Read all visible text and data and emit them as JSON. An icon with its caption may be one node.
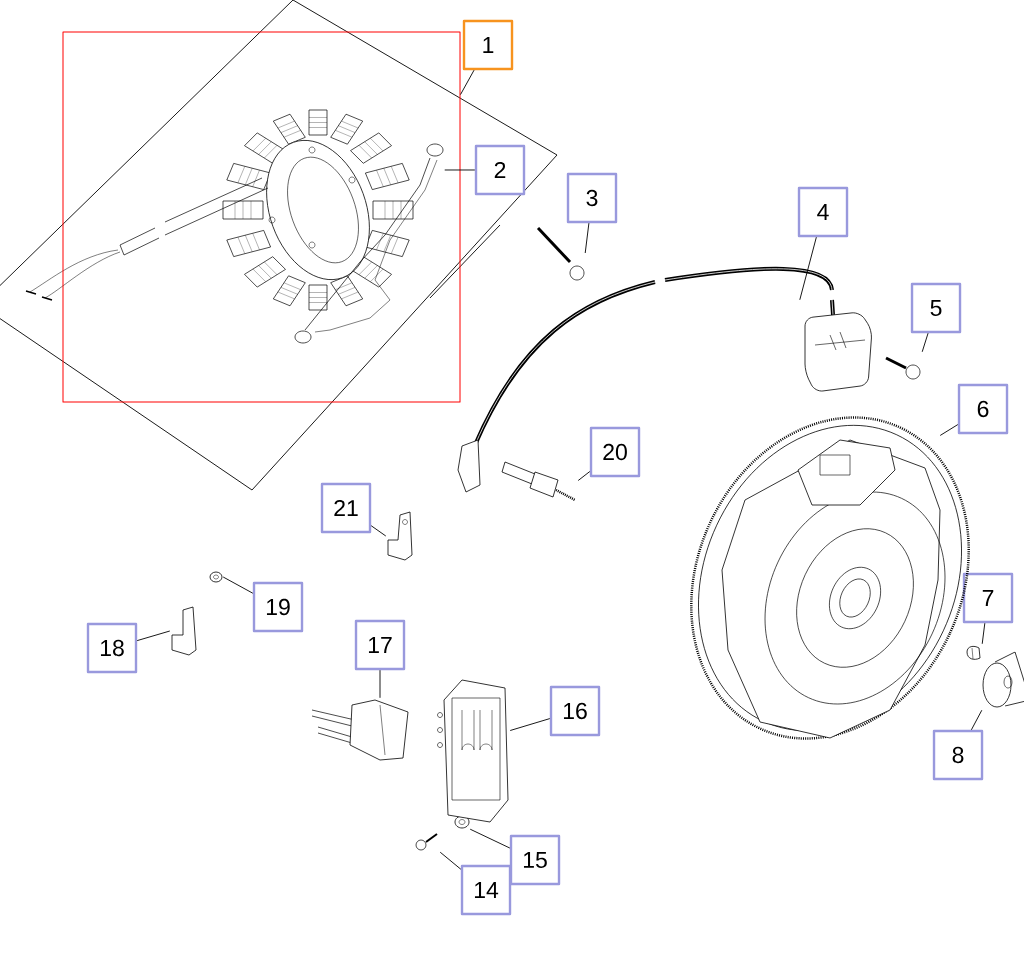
{
  "diagram": {
    "nodes": [
      {
        "text": [
          "1"
        ]
      },
      {
        "text": [
          "2"
        ]
      },
      {
        "text": [
          "3"
        ]
      },
      {
        "text": [
          "4"
        ]
      },
      {
        "text": [
          "5"
        ]
      },
      {
        "text": [
          "6"
        ]
      },
      {
        "text": [
          "7"
        ]
      },
      {
        "text": [
          "8"
        ]
      },
      {
        "text": [
          "14"
        ]
      },
      {
        "text": [
          "15"
        ]
      },
      {
        "text": [
          "16"
        ]
      },
      {
        "text": [
          "17"
        ]
      },
      {
        "text": [
          "18"
        ]
      },
      {
        "text": [
          "19"
        ]
      },
      {
        "text": [
          "20"
        ]
      },
      {
        "text": [
          "21"
        ]
      },
      {
        "text": [],
        "shape": "box"
      },
      {
        "text": [],
        "shape": "picture",
        "in": 16
      },
      {
        "text": [],
        "shape": "picture"
      },
      {
        "text": [],
        "shape": "picture"
      },
      {
        "text": [],
        "shape": "picture"
      },
      {
        "text": [],
        "shape": "picture"
      },
      {
        "text": [],
        "shape": "picture"
      },
      {
        "text": [],
        "shape": "picture"
      },
      {
        "text": [],
        "shape": "picture"
      },
      {
        "text": [],
        "shape": "picture"
      },
      {
        "text": [],
        "shape": "picture"
      },
      {
        "text": [],
        "shape": "picture"
      },
      {
        "text": [],
        "shape": "picture"
      },
      {
        "text": [],
        "shape": "picture"
      },
      {
        "text": [],
        "shape": "picture"
      },
      {
        "text": [],
        "shape": "picture"
      }
    ],
    "edges": [
      {
        "from": 0,
        "to": 16,
        "arrow": "none"
      },
      {
        "from": 1,
        "to": 17,
        "arrow": "none"
      },
      {
        "from": 2,
        "to": 18,
        "arrow": "none"
      },
      {
        "from": 3,
        "to": 19,
        "arrow": "none"
      },
      {
        "from": 4,
        "to": 20,
        "arrow": "none"
      },
      {
        "from": 5,
        "to": 21,
        "arrow": "none"
      },
      {
        "from": 6,
        "to": 22,
        "arrow": "none"
      },
      {
        "from": 7,
        "to": 23,
        "arrow": "none"
      },
      {
        "from": 8,
        "to": 24,
        "arrow": "none"
      },
      {
        "from": 9,
        "to": 25,
        "arrow": "none"
      },
      {
        "from": 10,
        "to": 26,
        "arrow": "none"
      },
      {
        "from": 11,
        "to": 27,
        "arrow": "none"
      },
      {
        "from": 12,
        "to": 28,
        "arrow": "none"
      },
      {
        "from": 13,
        "to": 29,
        "arrow": "none"
      },
      {
        "from": 14,
        "to": 30,
        "arrow": "none"
      },
      {
        "from": 15,
        "to": 31,
        "arrow": "none"
      }
    ]
  }
}
